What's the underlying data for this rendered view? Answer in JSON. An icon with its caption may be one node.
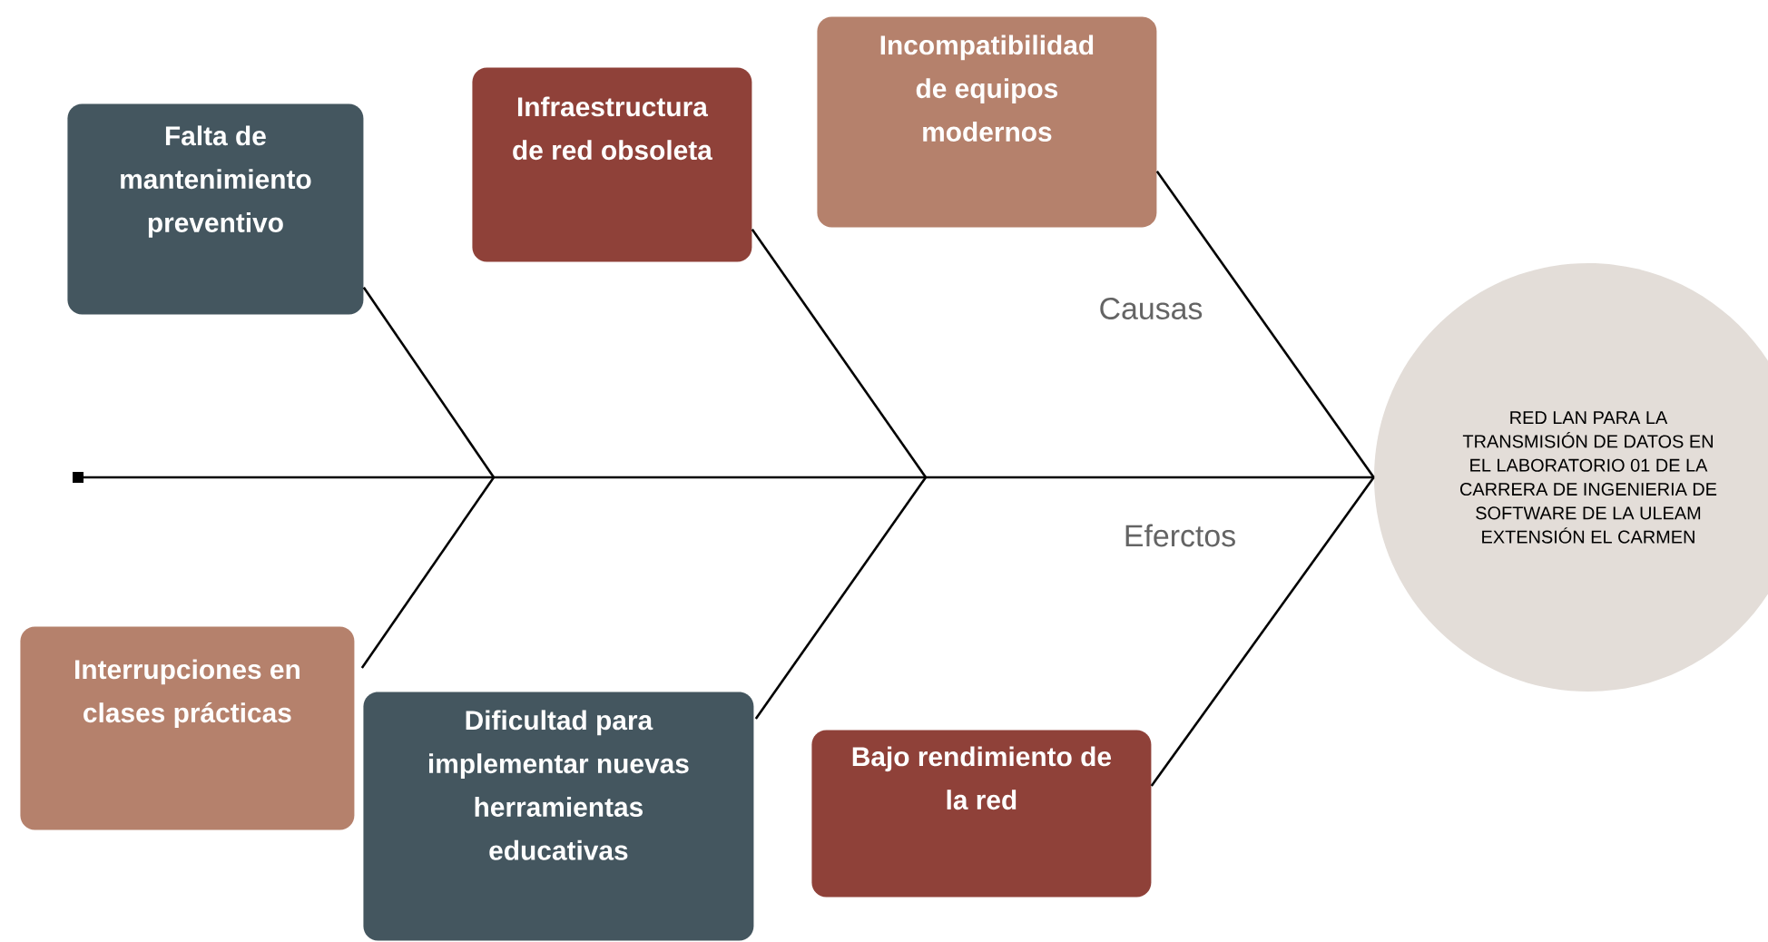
{
  "diagram": {
    "nodes": [
      {
        "text": [
          "Falta de mantenimiento preventivo"
        ]
      },
      {
        "text": [
          "Infraestructura de red obsoleta"
        ]
      },
      {
        "text": [
          "Incompatibilidad de equipos modernos"
        ]
      },
      {
        "text": [
          "RED LAN PARA LA TRANSMISIÓN DE DATOS EN EL LABORATORIO 01 DE LA CARRERA DE INGENIERIA DE SOFTWARE DE LA ULEAM EXTENSIÓN EL CARMEN"
        ]
      },
      {
        "text": [
          "Interrupciones en clases prácticas"
        ]
      },
      {
        "text": [
          "Dificultad para implementar nuevas herramientas educativas"
        ]
      },
      {
        "text": [
          "Bajo rendimiento de la red"
        ]
      }
    ],
    "edges": [
      {
        "from": null,
        "to": 3,
        "arrow": "other"
      },
      {
        "from": 0,
        "to": null,
        "arrow": "none"
      },
      {
        "from": 1,
        "to": null,
        "arrow": "none"
      },
      {
        "from": 2,
        "to": 3,
        "arrow": "none"
      },
      {
        "from": 4,
        "to": null,
        "arrow": "none"
      },
      {
        "from": 5,
        "to": null,
        "arrow": "none"
      },
      {
        "from": 6,
        "to": 3,
        "arrow": "none"
      }
    ],
    "labels": [
      "Causas",
      "Eferctos"
    ]
  }
}
